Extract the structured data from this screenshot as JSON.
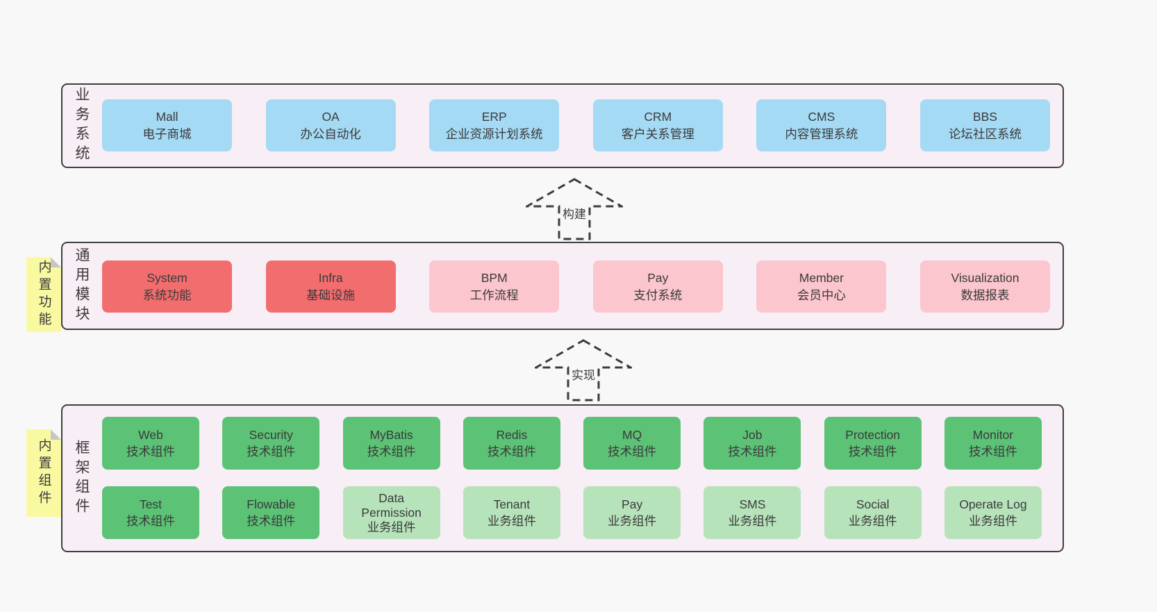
{
  "palette": {
    "page_background": "#f8f8f8",
    "layer_background": "#f8eef6",
    "layer_border": "#3f3f3f",
    "business_box": "#a5daf5",
    "core_module_box": "#f26d6e",
    "optional_module_box": "#fbc6ce",
    "tech_component_box": "#5cc276",
    "biz_component_box": "#b7e3bb",
    "sticky_note": "#f9f9a2",
    "sticky_fold": "#c6c6c6",
    "text": "#3a3a3a"
  },
  "arrows": [
    {
      "label": "构建"
    },
    {
      "label": "实现"
    }
  ],
  "layers": [
    {
      "label": "业务系统",
      "boxes": [
        {
          "name": "Mall",
          "desc": "电子商城"
        },
        {
          "name": "OA",
          "desc": "办公自动化"
        },
        {
          "name": "ERP",
          "desc": "企业资源计划系统"
        },
        {
          "name": "CRM",
          "desc": "客户关系管理"
        },
        {
          "name": "CMS",
          "desc": "内容管理系统"
        },
        {
          "name": "BBS",
          "desc": "论坛社区系统"
        }
      ]
    },
    {
      "label": "通用模块",
      "note": "内置功能",
      "boxes": [
        {
          "name": "System",
          "desc": "系统功能"
        },
        {
          "name": "Infra",
          "desc": "基础设施"
        },
        {
          "name": "BPM",
          "desc": "工作流程"
        },
        {
          "name": "Pay",
          "desc": "支付系统"
        },
        {
          "name": "Member",
          "desc": "会员中心"
        },
        {
          "name": "Visualization",
          "desc": "数据报表"
        }
      ]
    },
    {
      "label": "框架组件",
      "note": "内置组件",
      "rows": [
        [
          {
            "name": "Web",
            "desc": "技术组件"
          },
          {
            "name": "Security",
            "desc": "技术组件"
          },
          {
            "name": "MyBatis",
            "desc": "技术组件"
          },
          {
            "name": "Redis",
            "desc": "技术组件"
          },
          {
            "name": "MQ",
            "desc": "技术组件"
          },
          {
            "name": "Job",
            "desc": "技术组件"
          },
          {
            "name": "Protection",
            "desc": "技术组件"
          },
          {
            "name": "Monitor",
            "desc": "技术组件"
          }
        ],
        [
          {
            "name": "Test",
            "desc": "技术组件"
          },
          {
            "name": "Flowable",
            "desc": "技术组件"
          },
          {
            "name": "Data Permission",
            "desc": "业务组件"
          },
          {
            "name": "Tenant",
            "desc": "业务组件"
          },
          {
            "name": "Pay",
            "desc": "业务组件"
          },
          {
            "name": "SMS",
            "desc": "业务组件"
          },
          {
            "name": "Social",
            "desc": "业务组件"
          },
          {
            "name": "Operate Log",
            "desc": "业务组件"
          }
        ]
      ]
    }
  ]
}
